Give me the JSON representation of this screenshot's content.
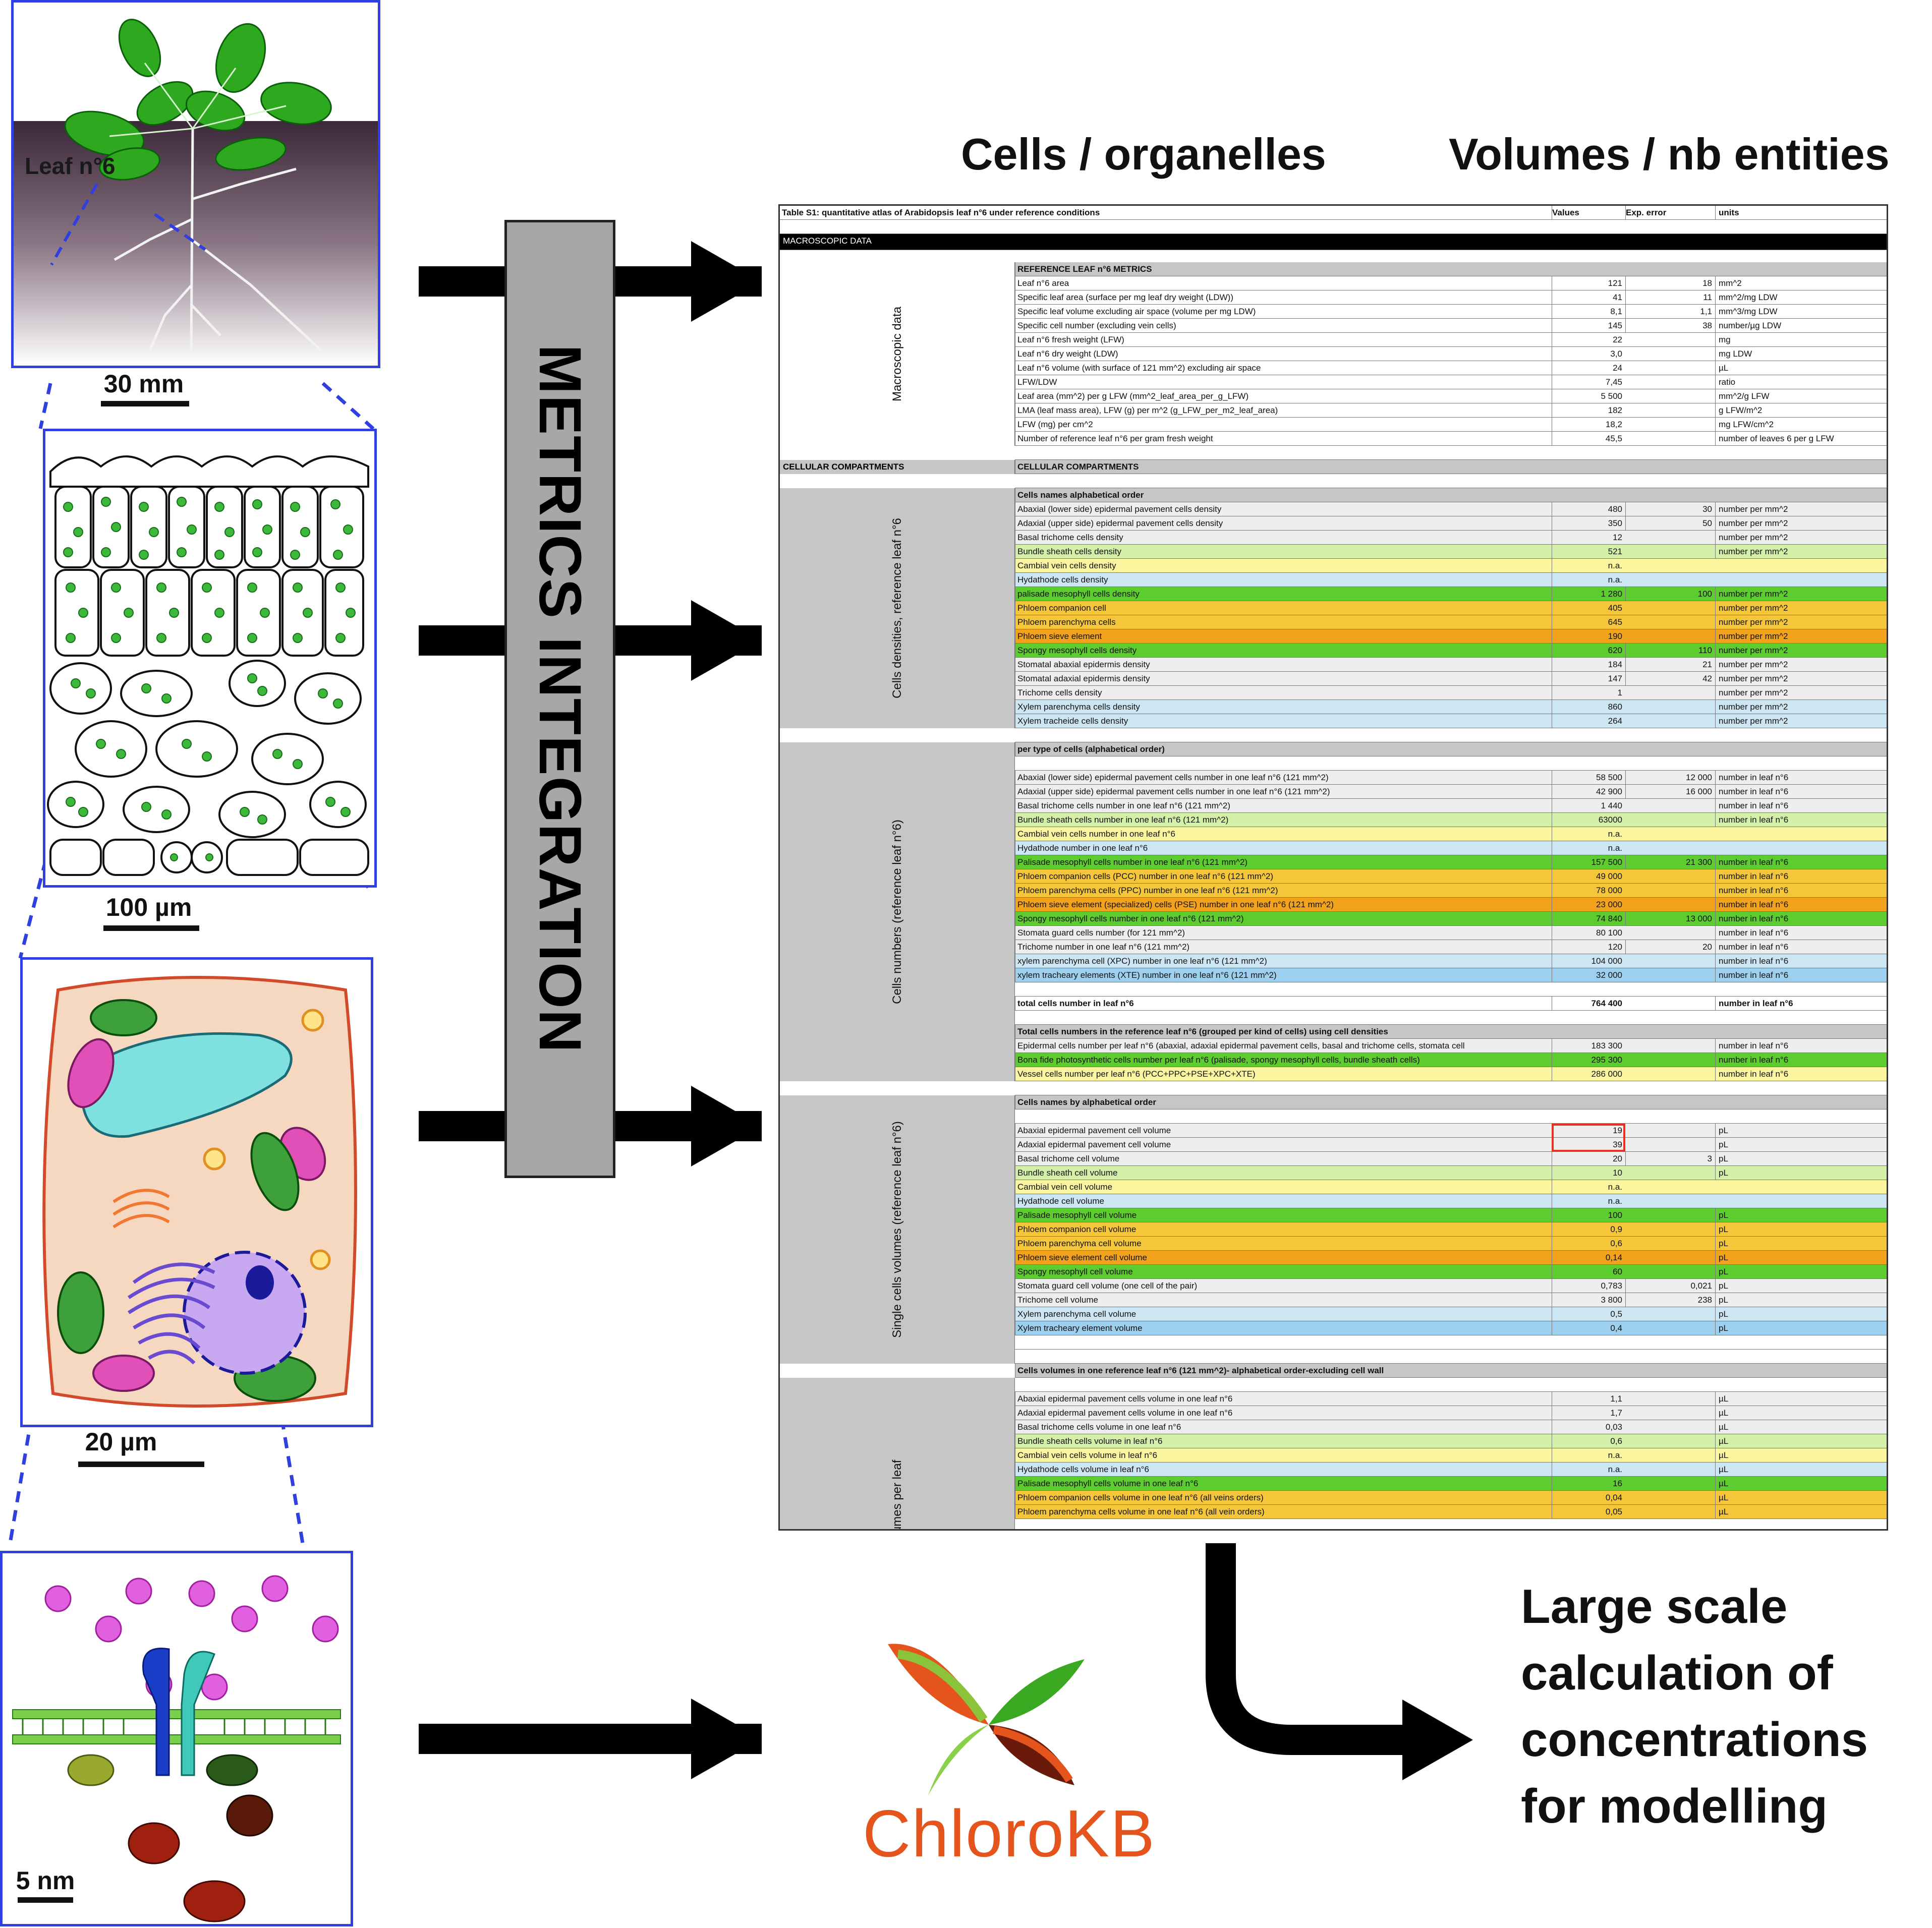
{
  "panels": {
    "plant": {
      "leaf_label": "Leaf n°6",
      "scale": "30 mm"
    },
    "leaf_section": {
      "scale": "100 µm"
    },
    "cell": {
      "scale": "20 µm"
    },
    "membrane": {
      "scale": "5 nm"
    }
  },
  "headers": {
    "cells": "Cells / organelles",
    "volumes": "Volumes / nb entities"
  },
  "metrics_label": "METRICS INTEGRATION",
  "logo_text": "ChloroKB",
  "conclusion": [
    "Large scale",
    "calculation of",
    "concentrations",
    "for modelling"
  ],
  "colors": {
    "frame": "#2f3fe0",
    "metrics_box": "#a7a7a7",
    "green": "#5dcc2e",
    "light_green": "#d4f0a8",
    "yellow": "#fbf5a0",
    "orange": "#f5c63a",
    "dark_orange": "#f3a21c",
    "light_blue": "#cde6f3",
    "blue": "#9dd0ee",
    "gray": "#eeeeee",
    "header_gray": "#c6c6c6",
    "logo_orange": "#e4541c"
  },
  "table": {
    "title": "Table S1: quantitative atlas of Arabidopsis leaf n°6 under reference conditions",
    "col_values": "Values",
    "col_error": "Exp. error",
    "col_units": "units",
    "section_macro": "MACROSCOPIC DATA",
    "side_macro": "Macroscopic data",
    "side_cellular": "CELLULAR COMPARTMENTS",
    "side_densities": "Cells densities, reference leaf n°6",
    "side_numbers": "Cells numbers (reference leaf n°6)",
    "side_volumes": "Single cells volumes (reference leaf n°6)",
    "side_leafvol": "s volumes per leaf",
    "rows": [
      {
        "label": "REFERENCE LEAF n°6 METRICS",
        "value": "",
        "error": "",
        "unit": "",
        "bg": "header_gray",
        "bold": true
      },
      {
        "label": "Leaf n°6 area",
        "value": "121",
        "error": "18",
        "unit": "mm^2",
        "bg": "",
        "bold": false
      },
      {
        "label": "Specific leaf area (surface per mg leaf dry weight (LDW))",
        "value": "41",
        "error": "11",
        "unit": "mm^2/mg LDW",
        "bg": "",
        "bold": false
      },
      {
        "label": "Specific leaf volume excluding air space (volume per mg LDW)",
        "value": "8,1",
        "error": "1,1",
        "unit": "mm^3/mg LDW",
        "bg": "",
        "bold": false
      },
      {
        "label": "Specific cell number (excluding vein cells)",
        "value": "145",
        "error": "38",
        "unit": "number/µg LDW",
        "bg": "",
        "bold": false
      },
      {
        "label": "Leaf n°6 fresh weight (LFW)",
        "value": "22",
        "error": "",
        "unit": "mg",
        "bg": "",
        "bold": false
      },
      {
        "label": "Leaf n°6 dry weight (LDW)",
        "value": "3,0",
        "error": "",
        "unit": "mg LDW",
        "bg": "",
        "bold": false
      },
      {
        "label": "Leaf n°6 volume (with surface of 121 mm^2) excluding air space",
        "value": "24",
        "error": "",
        "unit": "µL",
        "bg": "",
        "bold": false
      },
      {
        "label": "LFW/LDW",
        "value": "7,45",
        "error": "",
        "unit": "ratio",
        "bg": "",
        "bold": false
      },
      {
        "label": "Leaf area (mm^2) per g LFW (mm^2_leaf_area_per_g_LFW)",
        "value": "5 500",
        "error": "",
        "unit": "mm^2/g LFW",
        "bg": "",
        "bold": false
      },
      {
        "label": "LMA (leaf mass area), LFW (g) per m^2 (g_LFW_per_m2_leaf_area)",
        "value": "182",
        "error": "",
        "unit": "g LFW/m^2",
        "bg": "",
        "bold": false
      },
      {
        "label": "LFW (mg) per cm^2",
        "value": "18,2",
        "error": "",
        "unit": "mg LFW/cm^2",
        "bg": "",
        "bold": false
      },
      {
        "label": "Number of reference leaf n°6 per gram fresh weight",
        "value": "45,5",
        "error": "",
        "unit": "number of leaves 6 per g LFW",
        "bg": "",
        "bold": false
      },
      {
        "label": "",
        "value": "",
        "error": "",
        "unit": "",
        "bg": "",
        "bold": false
      },
      {
        "label": "CELLULAR COMPARTMENTS",
        "value": "",
        "error": "",
        "unit": "",
        "bg": "header_gray",
        "bold": true
      },
      {
        "label": "",
        "value": "",
        "error": "",
        "unit": "",
        "bg": "",
        "bold": false
      },
      {
        "label": "Cells names alphabetical order",
        "value": "",
        "error": "",
        "unit": "",
        "bg": "header_gray",
        "bold": true
      },
      {
        "label": "Abaxial (lower side) epidermal pavement cells density",
        "value": "480",
        "error": "30",
        "unit": "number per mm^2",
        "bg": "gray",
        "bold": false
      },
      {
        "label": "Adaxial (upper side) epidermal pavement cells density",
        "value": "350",
        "error": "50",
        "unit": "number per mm^2",
        "bg": "gray",
        "bold": false
      },
      {
        "label": "Basal trichome cells density",
        "value": "12",
        "error": "",
        "unit": "number per mm^2",
        "bg": "gray",
        "bold": false
      },
      {
        "label": "Bundle sheath cells density",
        "value": "521",
        "error": "",
        "unit": "number per mm^2",
        "bg": "light_green",
        "bold": false
      },
      {
        "label": "Cambial vein cells density",
        "value": "n.a.",
        "error": "",
        "unit": "",
        "bg": "yellow",
        "bold": false
      },
      {
        "label": "Hydathode cells density",
        "value": "n.a.",
        "error": "",
        "unit": "",
        "bg": "light_blue",
        "bold": false
      },
      {
        "label": "palisade mesophyll cells density",
        "value": "1 280",
        "error": "100",
        "unit": "number per mm^2",
        "bg": "green",
        "bold": false
      },
      {
        "label": "Phloem companion cell",
        "value": "405",
        "error": "",
        "unit": "number per mm^2",
        "bg": "orange",
        "bold": false
      },
      {
        "label": "Phloem parenchyma cells",
        "value": "645",
        "error": "",
        "unit": "number per mm^2",
        "bg": "orange",
        "bold": false
      },
      {
        "label": "Phloem sieve element",
        "value": "190",
        "error": "",
        "unit": "number per mm^2",
        "bg": "dark_orange",
        "bold": false
      },
      {
        "label": "Spongy mesophyll cells density",
        "value": "620",
        "error": "110",
        "unit": "number per mm^2",
        "bg": "green",
        "bold": false
      },
      {
        "label": "Stomatal abaxial epidermis density",
        "value": "184",
        "error": "21",
        "unit": "number per mm^2",
        "bg": "gray",
        "bold": false
      },
      {
        "label": "Stomatal adaxial epidermis density",
        "value": "147",
        "error": "42",
        "unit": "number per mm^2",
        "bg": "gray",
        "bold": false
      },
      {
        "label": "Trichome cells density",
        "value": "1",
        "error": "",
        "unit": "number per mm^2",
        "bg": "gray",
        "bold": false
      },
      {
        "label": "Xylem parenchyma cells density",
        "value": "860",
        "error": "",
        "unit": "number per mm^2",
        "bg": "light_blue",
        "bold": false
      },
      {
        "label": "Xylem tracheide cells density",
        "value": "264",
        "error": "",
        "unit": "number per mm^2",
        "bg": "light_blue",
        "bold": false
      },
      {
        "label": "",
        "value": "",
        "error": "",
        "unit": "",
        "bg": "",
        "bold": false
      },
      {
        "label": "per type of cells (alphabetical order)",
        "value": "",
        "error": "",
        "unit": "",
        "bg": "header_gray",
        "bold": true
      },
      {
        "label": "",
        "value": "",
        "error": "",
        "unit": "",
        "bg": "",
        "bold": false
      },
      {
        "label": "Abaxial (lower side) epidermal pavement cells number in one leaf n°6 (121 mm^2)",
        "value": "58 500",
        "error": "12 000",
        "unit": "number in leaf n°6",
        "bg": "gray",
        "bold": false
      },
      {
        "label": "Adaxial (upper side) epidermal pavement cells number in one leaf n°6 (121 mm^2)",
        "value": "42 900",
        "error": "16 000",
        "unit": "number in leaf n°6",
        "bg": "gray",
        "bold": false
      },
      {
        "label": "Basal trichome cells number in one leaf n°6 (121 mm^2)",
        "value": "1 440",
        "error": "",
        "unit": "number in leaf n°6",
        "bg": "gray",
        "bold": false
      },
      {
        "label": "Bundle sheath cells number in one leaf n°6 (121 mm^2)",
        "value": "63000",
        "error": "",
        "unit": "number in leaf n°6",
        "bg": "light_green",
        "bold": false
      },
      {
        "label": "Cambial vein cells number in one leaf n°6",
        "value": "n.a.",
        "error": "",
        "unit": "",
        "bg": "yellow",
        "bold": false
      },
      {
        "label": "Hydathode number in one leaf n°6",
        "value": "n.a.",
        "error": "",
        "unit": "",
        "bg": "light_blue",
        "bold": false
      },
      {
        "label": "Palisade mesophyll cells number in one leaf n°6 (121 mm^2)",
        "value": "157 500",
        "error": "21 300",
        "unit": "number in leaf n°6",
        "bg": "green",
        "bold": false
      },
      {
        "label": "Phloem companion cells (PCC) number in one leaf n°6 (121 mm^2)",
        "value": "49 000",
        "error": "",
        "unit": "number in leaf n°6",
        "bg": "orange",
        "bold": false
      },
      {
        "label": "Phloem parenchyma cells (PPC) number in one leaf n°6 (121 mm^2)",
        "value": "78 000",
        "error": "",
        "unit": "number in leaf n°6",
        "bg": "orange",
        "bold": false
      },
      {
        "label": "Phloem sieve element (specialized) cells (PSE) number in one leaf n°6 (121 mm^2)",
        "value": "23 000",
        "error": "",
        "unit": "number in leaf n°6",
        "bg": "dark_orange",
        "bold": false
      },
      {
        "label": "Spongy mesophyll cells number in one leaf n°6 (121 mm^2)",
        "value": "74 840",
        "error": "13 000",
        "unit": "number in leaf n°6",
        "bg": "green",
        "bold": false
      },
      {
        "label": "Stomata guard cells number (for 121 mm^2)",
        "value": "80 100",
        "error": "",
        "unit": "number in leaf n°6",
        "bg": "gray",
        "bold": false
      },
      {
        "label": "Trichome number in one leaf n°6 (121 mm^2)",
        "value": "120",
        "error": "20",
        "unit": "number in leaf n°6",
        "bg": "gray",
        "bold": false
      },
      {
        "label": "xylem parenchyma cell (XPC) number in one leaf n°6 (121 mm^2)",
        "value": "104 000",
        "error": "",
        "unit": "number in leaf n°6",
        "bg": "light_blue",
        "bold": false
      },
      {
        "label": "xylem tracheary elements (XTE) number in one leaf n°6 (121 mm^2)",
        "value": "32 000",
        "error": "",
        "unit": "number in leaf n°6",
        "bg": "blue",
        "bold": false
      },
      {
        "label": "",
        "value": "",
        "error": "",
        "unit": "",
        "bg": "",
        "bold": false
      },
      {
        "label": "total cells number in leaf n°6",
        "value": "764 400",
        "error": "",
        "unit": "number in leaf n°6",
        "bg": "",
        "bold": true
      },
      {
        "label": "",
        "value": "",
        "error": "",
        "unit": "",
        "bg": "",
        "bold": false
      },
      {
        "label": "Total cells numbers in the reference leaf n°6 (grouped per kind of cells) using cell densities",
        "value": "",
        "error": "",
        "unit": "",
        "bg": "header_gray",
        "bold": true
      },
      {
        "label": "Epidermal cells number per leaf n°6 (abaxial, adaxial epidermal pavement cells, basal and trichome cells, stomata cell",
        "value": "183 300",
        "error": "",
        "unit": "number in leaf n°6",
        "bg": "gray",
        "bold": false
      },
      {
        "label": "Bona fide photosynthetic cells number per leaf n°6 (palisade, spongy mesophyll cells, bundle sheath cells)",
        "value": "295 300",
        "error": "",
        "unit": "number in leaf n°6",
        "bg": "green",
        "bold": false
      },
      {
        "label": "Vessel cells number per leaf n°6 (PCC+PPC+PSE+XPC+XTE)",
        "value": "286 000",
        "error": "",
        "unit": "number in leaf n°6",
        "bg": "yellow",
        "bold": false
      },
      {
        "label": "",
        "value": "",
        "error": "",
        "unit": "",
        "bg": "",
        "bold": false
      },
      {
        "label": "Cells names by alphabetical order",
        "value": "",
        "error": "",
        "unit": "",
        "bg": "header_gray",
        "bold": true
      },
      {
        "label": "",
        "value": "",
        "error": "",
        "unit": "",
        "bg": "",
        "bold": false
      },
      {
        "label": "Abaxial epidermal pavement cell volume",
        "value": "19",
        "error": "",
        "unit": "pL",
        "bg": "gray",
        "bold": false
      },
      {
        "label": "Adaxial epidermal pavement cell volume",
        "value": "39",
        "error": "",
        "unit": "pL",
        "bg": "gray",
        "bold": false
      },
      {
        "label": "Basal trichome cell volume",
        "value": "20",
        "error": "3",
        "unit": "pL",
        "bg": "gray",
        "bold": false
      },
      {
        "label": "Bundle sheath cell volume",
        "value": "10",
        "error": "",
        "unit": "pL",
        "bg": "light_green",
        "bold": false
      },
      {
        "label": "Cambial vein cell volume",
        "value": "n.a.",
        "error": "",
        "unit": "",
        "bg": "yellow",
        "bold": false
      },
      {
        "label": "Hydathode cell volume",
        "value": "n.a.",
        "error": "",
        "unit": "",
        "bg": "light_blue",
        "bold": false
      },
      {
        "label": "Palisade mesophyll cell volume",
        "value": "100",
        "error": "",
        "unit": "pL",
        "bg": "green",
        "bold": false
      },
      {
        "label": "Phloem companion cell volume",
        "value": "0,9",
        "error": "",
        "unit": "pL",
        "bg": "orange",
        "bold": false
      },
      {
        "label": "Phloem parenchyma cell volume",
        "value": "0,6",
        "error": "",
        "unit": "pL",
        "bg": "orange",
        "bold": false
      },
      {
        "label": "Phloem sieve element cell volume",
        "value": "0,14",
        "error": "",
        "unit": "pL",
        "bg": "dark_orange",
        "bold": false
      },
      {
        "label": "Spongy mesophyll cell volume",
        "value": "60",
        "error": "",
        "unit": "pL",
        "bg": "green",
        "bold": false
      },
      {
        "label": "Stomata guard cell volume (one cell of the pair)",
        "value": "0,783",
        "error": "0,021",
        "unit": "pL",
        "bg": "gray",
        "bold": false
      },
      {
        "label": "Trichome cell volume",
        "value": "3 800",
        "error": "238",
        "unit": "pL",
        "bg": "gray",
        "bold": false
      },
      {
        "label": "Xylem parenchyma cell volume",
        "value": "0,5",
        "error": "",
        "unit": "pL",
        "bg": "light_blue",
        "bold": false
      },
      {
        "label": "Xylem tracheary element volume",
        "value": "0,4",
        "error": "",
        "unit": "pL",
        "bg": "blue",
        "bold": false
      },
      {
        "label": "",
        "value": "",
        "error": "",
        "unit": "",
        "bg": "",
        "bold": false
      },
      {
        "label": "",
        "value": "",
        "error": "",
        "unit": "",
        "bg": "",
        "bold": false
      },
      {
        "label": "Cells volumes in one reference leaf n°6 (121 mm^2)- alphabetical order-excluding cell wall",
        "value": "",
        "error": "",
        "unit": "",
        "bg": "header_gray",
        "bold": true
      },
      {
        "label": "",
        "value": "",
        "error": "",
        "unit": "",
        "bg": "",
        "bold": false
      },
      {
        "label": "Abaxial epidermal pavement cells volume in one leaf n°6",
        "value": "1,1",
        "error": "",
        "unit": "µL",
        "bg": "gray",
        "bold": false
      },
      {
        "label": "Adaxial epidermal pavement cells volume in one leaf n°6",
        "value": "1,7",
        "error": "",
        "unit": "µL",
        "bg": "gray",
        "bold": false
      },
      {
        "label": "Basal trichome cells volume in one leaf n°6",
        "value": "0,03",
        "error": "",
        "unit": "µL",
        "bg": "gray",
        "bold": false
      },
      {
        "label": "Bundle sheath cells volume in leaf n°6",
        "value": "0,6",
        "error": "",
        "unit": "µL",
        "bg": "light_green",
        "bold": false
      },
      {
        "label": "Cambial vein cells volume in leaf n°6",
        "value": "n.a.",
        "error": "",
        "unit": "µL",
        "bg": "yellow",
        "bold": false
      },
      {
        "label": "Hydathode cells volume in leaf n°6",
        "value": "n.a.",
        "error": "",
        "unit": "µL",
        "bg": "light_blue",
        "bold": false
      },
      {
        "label": "Palisade mesophyll cells volume in one leaf n°6",
        "value": "16",
        "error": "",
        "unit": "µL",
        "bg": "green",
        "bold": false
      },
      {
        "label": "Phloem companion cells volume in one leaf n°6 (all veins orders)",
        "value": "0,04",
        "error": "",
        "unit": "µL",
        "bg": "orange",
        "bold": false
      },
      {
        "label": "Phloem parenchyma cells volume in one leaf n°6 (all vein orders)",
        "value": "0,05",
        "error": "",
        "unit": "µL",
        "bg": "orange",
        "bold": false
      }
    ]
  }
}
